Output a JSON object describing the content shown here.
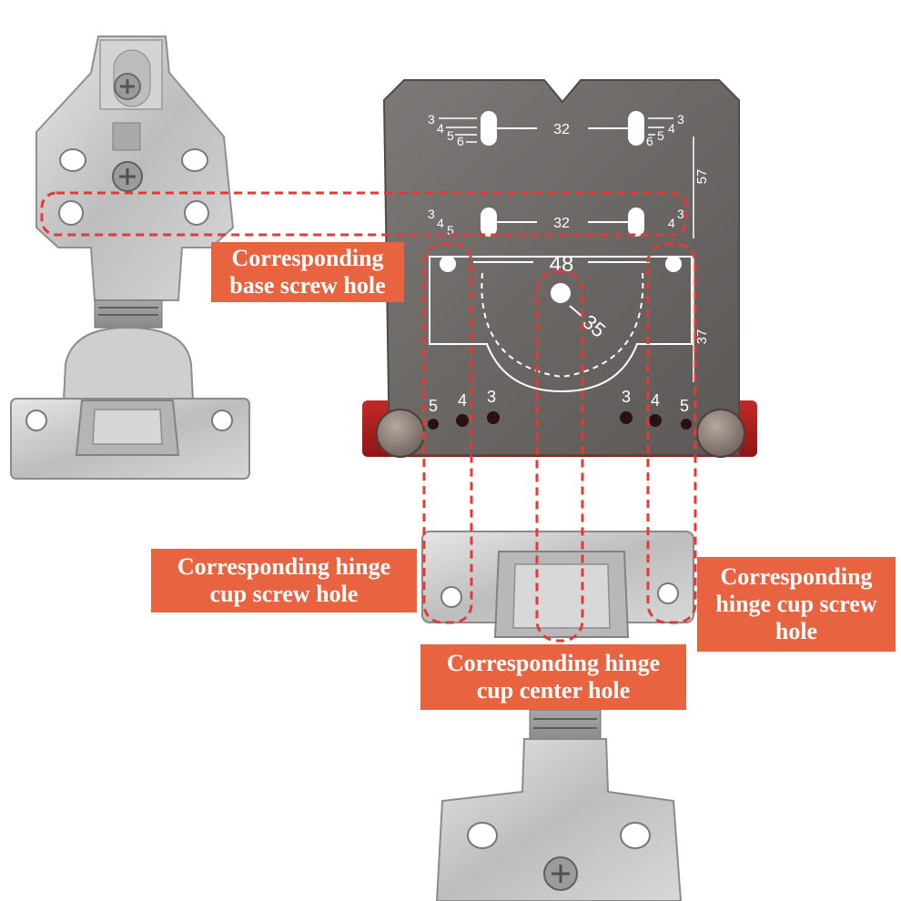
{
  "image": {
    "background": "#ffffff",
    "accent_color": "#e53935",
    "callout_color": "#e8633f",
    "plate_color": "#6f6c6a",
    "hinge_color": "#c9c9c9",
    "base_color": "#b01e1e"
  },
  "callouts": {
    "base_screw": {
      "line1": "Corresponding",
      "line2": "base screw hole"
    },
    "cup_screw_left": {
      "line1": "Corresponding hinge",
      "line2": "cup screw hole"
    },
    "cup_screw_right": {
      "line1": "Corresponding",
      "line2": "hinge cup screw",
      "line3": "hole"
    },
    "cup_center": {
      "line1": "Corresponding hinge",
      "line2": "cup center hole"
    }
  },
  "template_markings": {
    "spacing_top": "32",
    "spacing_mid": "32",
    "cup_spacing": "48",
    "cup_diameter": "35",
    "side_dim_upper": "57",
    "side_dim_lower": "37",
    "scale_left_top": [
      "3",
      "4",
      "5",
      "6"
    ],
    "scale_right_top": [
      "3",
      "4",
      "5",
      "6"
    ],
    "scale_left_mid": [
      "3",
      "4",
      "5"
    ],
    "scale_right_mid": [
      "3",
      "4"
    ],
    "hole_labels_left": [
      "5",
      "4",
      "3"
    ],
    "hole_labels_right": [
      "3",
      "4",
      "5"
    ]
  }
}
